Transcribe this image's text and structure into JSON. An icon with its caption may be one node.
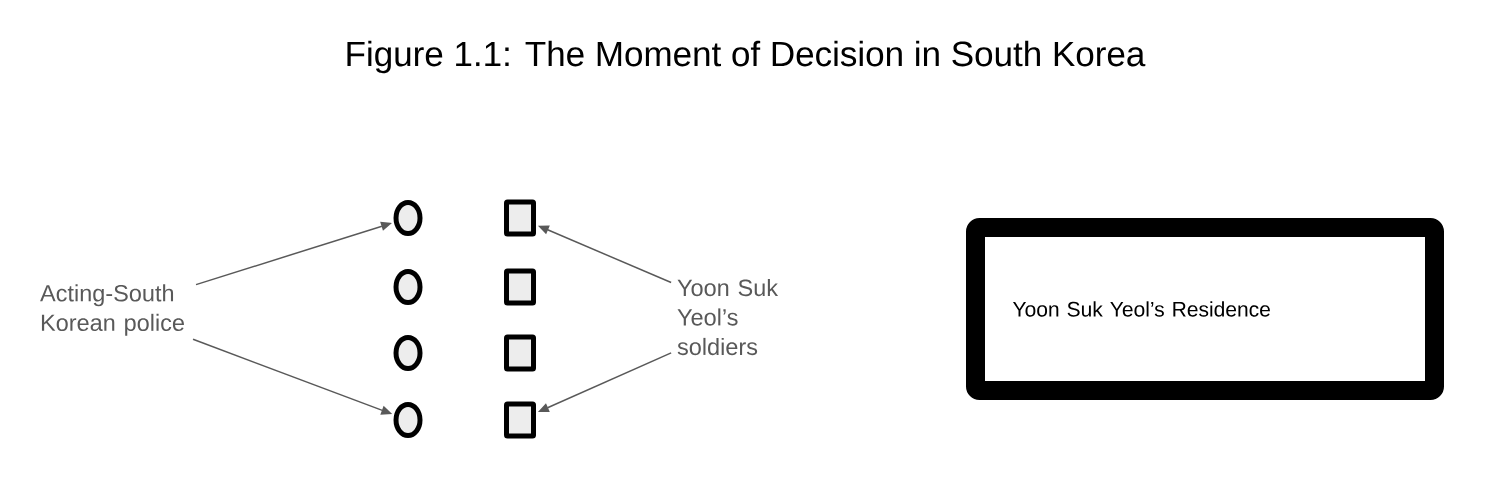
{
  "diagram": {
    "title": "Figure 1.1: The Moment of Decision in South Korea",
    "nodes": [
      {
        "text": [
          "Acting-South Korean police"
        ]
      },
      {
        "text": [],
        "shape": "circle"
      },
      {
        "text": [],
        "shape": "circle"
      },
      {
        "text": [],
        "shape": "circle"
      },
      {
        "text": [],
        "shape": "circle"
      },
      {
        "text": [],
        "shape": "box"
      },
      {
        "text": [],
        "shape": "box"
      },
      {
        "text": [],
        "shape": "box"
      },
      {
        "text": [],
        "shape": "box"
      },
      {
        "text": [
          "Yoon Suk Yeol’s soldiers"
        ]
      },
      {
        "text": [
          "Yoon Suk Yeol’s Residence"
        ]
      }
    ],
    "edges": [
      {
        "from": 0,
        "to": 1,
        "arrow": "to"
      },
      {
        "from": 0,
        "to": 4,
        "arrow": "to"
      },
      {
        "from": 9,
        "to": 5,
        "arrow": "to"
      },
      {
        "from": 9,
        "to": 8,
        "arrow": "to"
      }
    ]
  }
}
